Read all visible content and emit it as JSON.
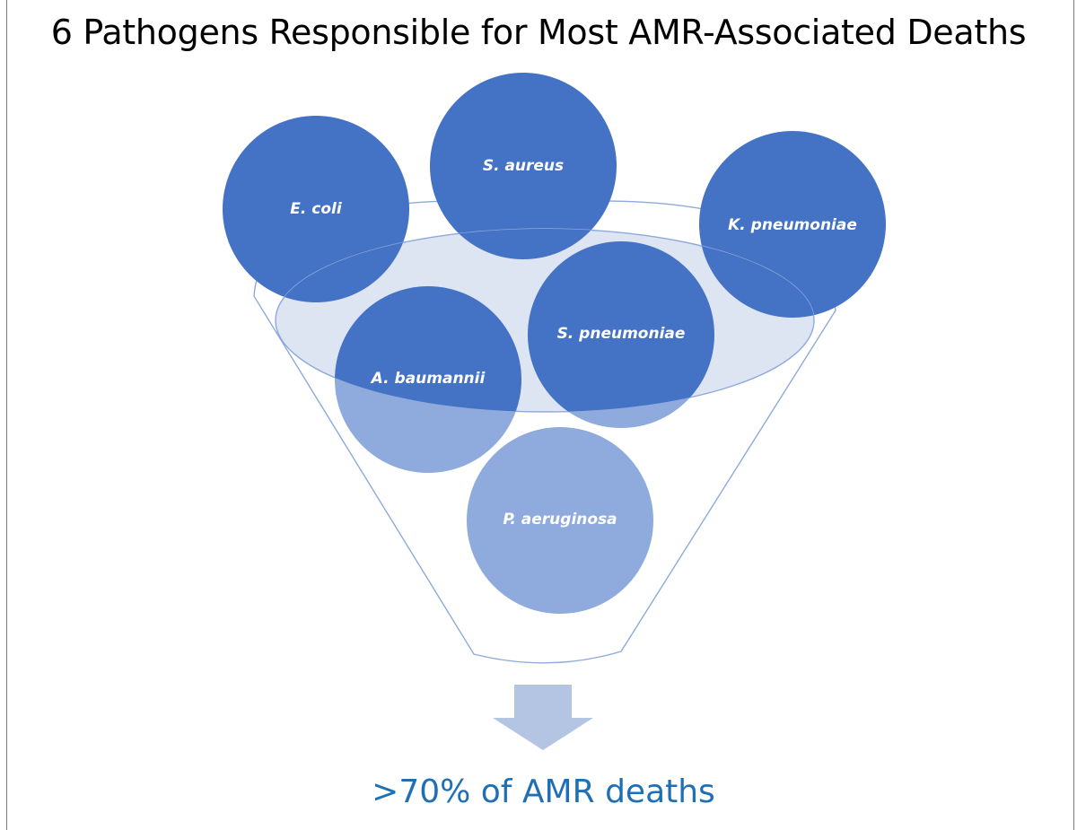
{
  "title": "6 Pathogens Responsible for Most AMR-Associated Deaths",
  "result": ">70% of AMR deaths",
  "pathogens": [
    {
      "name": "E. coli",
      "tone": "dark"
    },
    {
      "name": "S. aureus",
      "tone": "dark"
    },
    {
      "name": "K. pneumoniae",
      "tone": "dark"
    },
    {
      "name": "S. pneumoniae",
      "tone": "dark"
    },
    {
      "name": "A. baumannii",
      "tone": "dark"
    },
    {
      "name": "P. aeruginosa",
      "tone": "light"
    }
  ],
  "colors": {
    "circle_dark": "#4472c4",
    "circle_light": "#8faadc",
    "funnel_outline": "#8eaadc",
    "funnel_fill": "#dde4f2",
    "arrow": "#b4c5e4",
    "result_text": "#1f6fb5"
  }
}
